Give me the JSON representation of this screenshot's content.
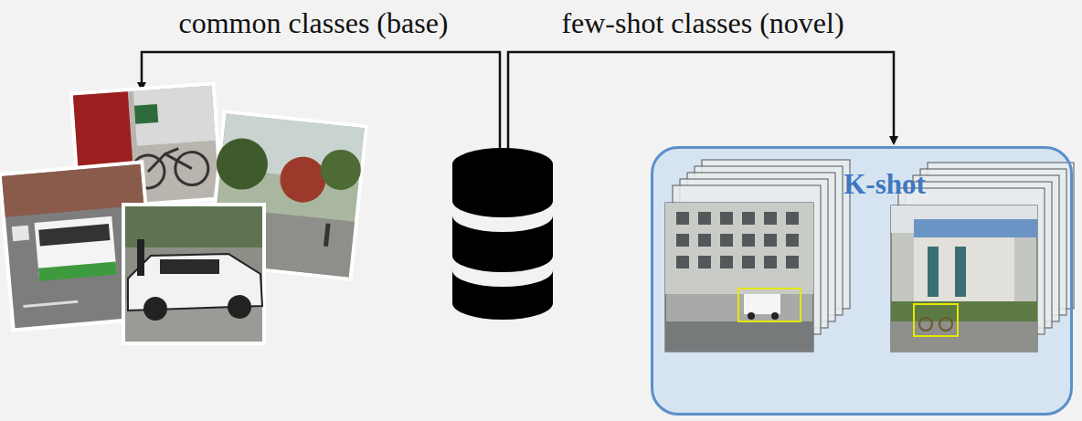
{
  "diagram": {
    "nodes": [
      {
        "text": [
          "K-shot"
        ]
      }
    ],
    "labels": [
      "common classes (base)",
      "few-shot classes (novel)"
    ]
  }
}
